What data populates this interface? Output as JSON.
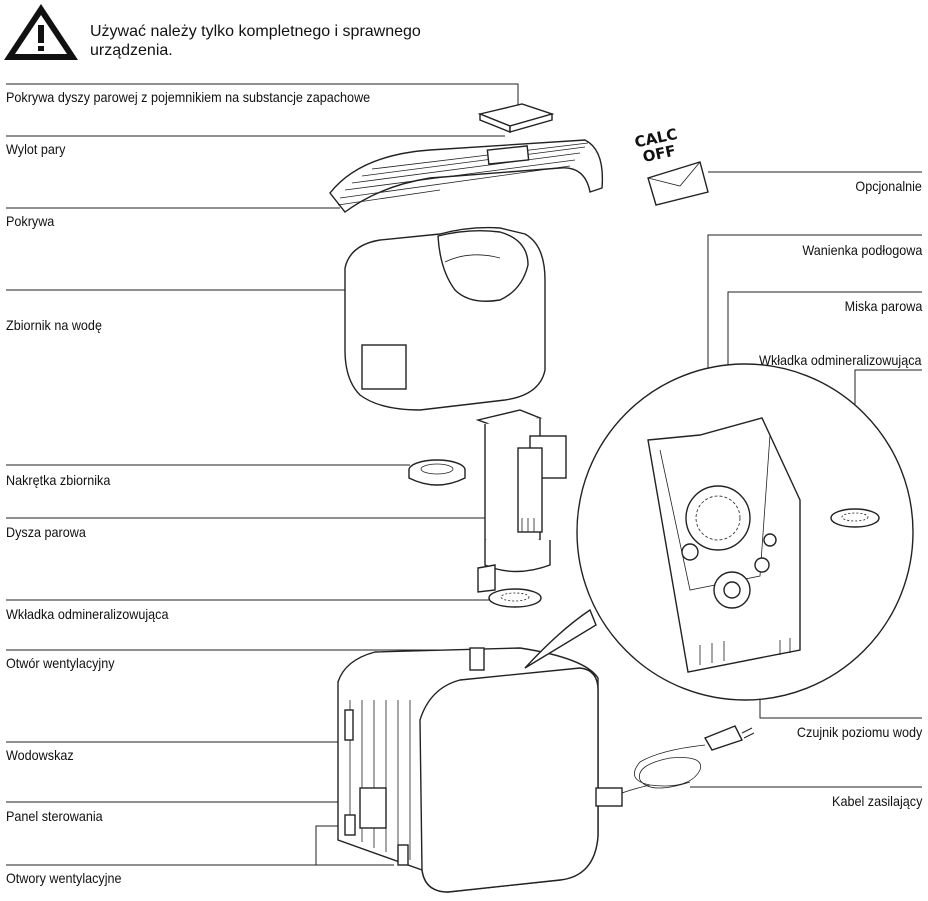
{
  "warning": {
    "icon": "warning-triangle-icon",
    "line1": "Używać należy tylko kompletnego i sprawnego",
    "line2": "urządzenia."
  },
  "badge_text": {
    "line1": "CALC",
    "line2": "OFF"
  },
  "labels": {
    "lid_cover": "Pokrywa dyszy parowej z pojemnikiem na substancje zapachowe",
    "steam_outlet": "Wylot pary",
    "cover": "Pokrywa",
    "water_tank": "Zbiornik na wodę",
    "tank_cap": "Nakrętka zbiornika",
    "steam_nozzle": "Dysza parowa",
    "demineral_insert_left": "Wkładka odmineralizowująca",
    "vent_opening": "Otwór wentylacyjny",
    "water_gauge": "Wodowskaz",
    "control_panel": "Panel sterowania",
    "vent_openings": "Otwory wentylacyjne",
    "optional": "Opcjonalnie",
    "base_tray": "Wanienka podłogowa",
    "steam_bowl": "Miska parowa",
    "demineral_insert_right": "Wkładka odmineralizowująca",
    "water_level_sensor": "Czujnik poziomu wody",
    "power_cable": "Kabel zasilający"
  }
}
